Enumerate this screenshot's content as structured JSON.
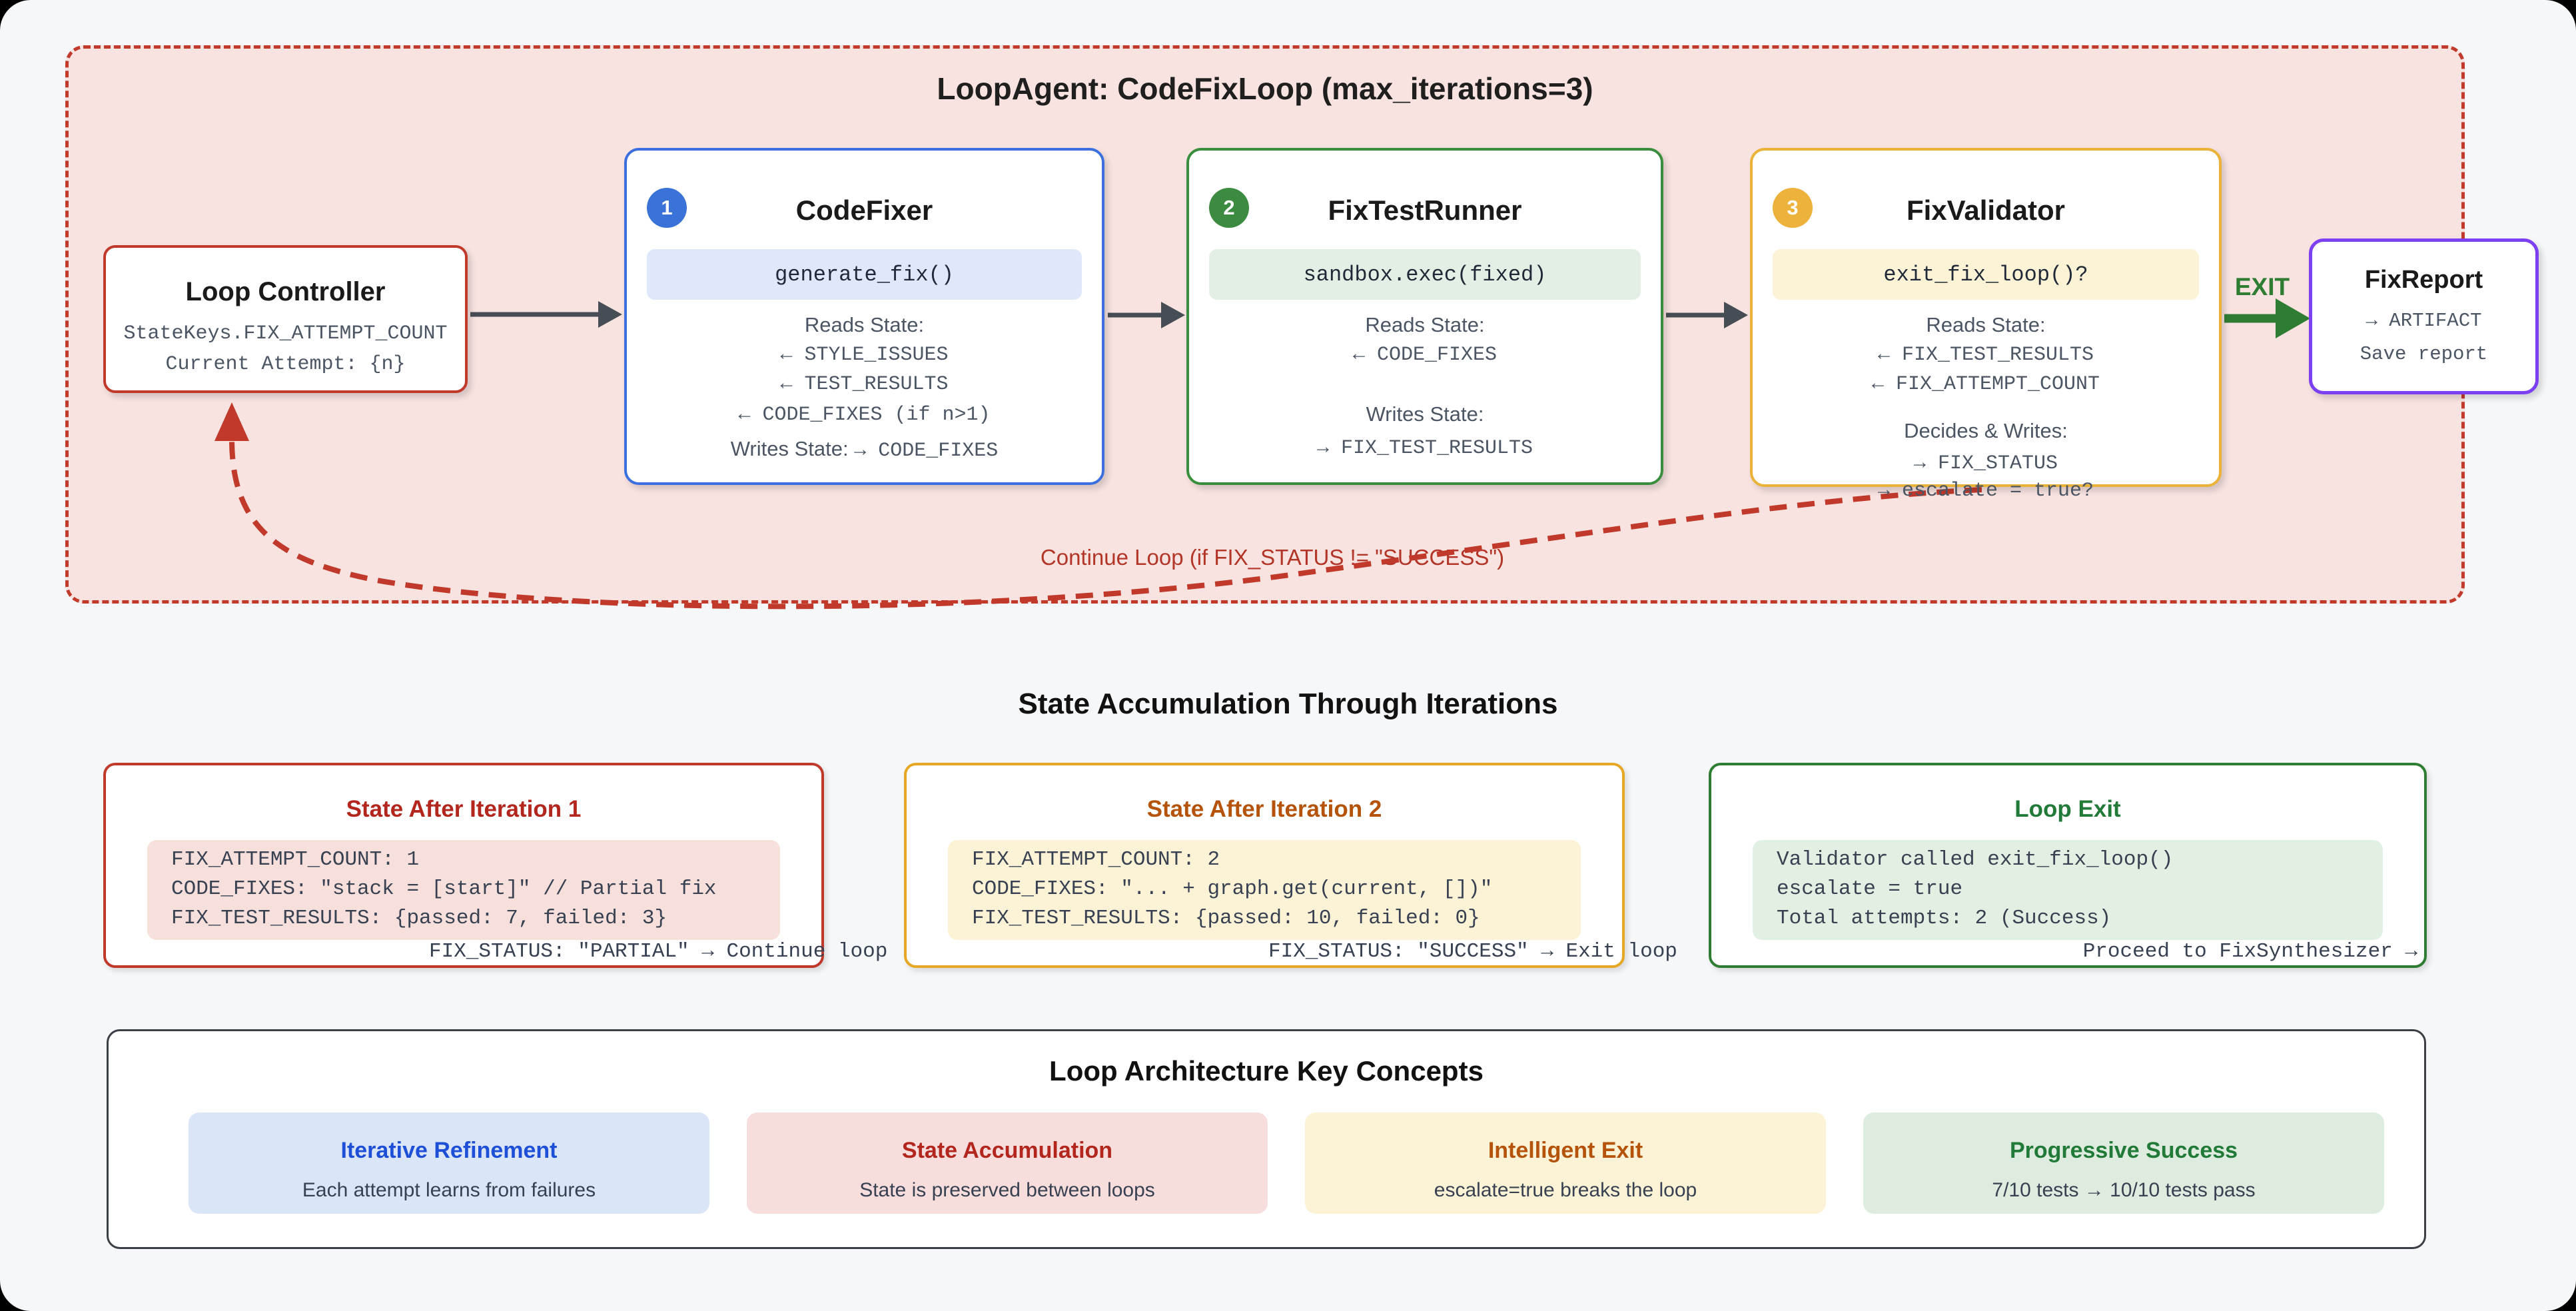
{
  "colors": {
    "page_bg": "#f5f7f9",
    "loop_container_bg": "#f8e3e0",
    "loop_container_border": "#c13a2b",
    "red_accent": "#c0392b",
    "blue_accent": "#3b6fe0",
    "green_accent": "#388e3c",
    "amber_accent": "#eab236",
    "purple_accent": "#7c3ff2",
    "exit_green": "#2e7d32",
    "continue_red": "#b23527"
  },
  "loop_container": {
    "title": "LoopAgent: CodeFixLoop (max_iterations=3)",
    "exit_label": "EXIT",
    "continue_label": "Continue Loop (if FIX_STATUS != \"SUCCESS\")",
    "nodes": {
      "loop_controller": {
        "title": "Loop Controller",
        "lines": [
          "StateKeys.FIX_ATTEMPT_COUNT",
          "Current Attempt: {n}"
        ]
      },
      "code_fixer": {
        "badge": "1",
        "title": "CodeFixer",
        "pill": "generate_fix()",
        "reads_label": "Reads State:",
        "reads": [
          "← STYLE_ISSUES",
          "← TEST_RESULTS",
          "← CODE_FIXES (if n>1)"
        ],
        "writes_label": "Writes State:",
        "writes_value": "→ CODE_FIXES"
      },
      "fix_test_runner": {
        "badge": "2",
        "title": "FixTestRunner",
        "pill": "sandbox.exec(fixed)",
        "reads_label": "Reads State:",
        "reads": [
          "← CODE_FIXES"
        ],
        "writes_label": "Writes State:",
        "writes": [
          "→ FIX_TEST_RESULTS"
        ]
      },
      "fix_validator": {
        "badge": "3",
        "title": "FixValidator",
        "pill": "exit_fix_loop()?",
        "reads_label": "Reads State:",
        "reads": [
          "← FIX_TEST_RESULTS",
          "← FIX_ATTEMPT_COUNT"
        ],
        "writes_label": "Decides & Writes:",
        "writes": [
          "→ FIX_STATUS",
          "→ escalate = true?"
        ]
      },
      "fix_report": {
        "title": "FixReport",
        "lines": [
          "→ ARTIFACT",
          "Save report"
        ]
      }
    }
  },
  "state_section": {
    "title": "State Accumulation Through Iterations",
    "cards": [
      {
        "title": "State After Iteration 1",
        "lines": [
          "FIX_ATTEMPT_COUNT: 1",
          "CODE_FIXES: \"stack = [start]\" // Partial fix",
          "FIX_TEST_RESULTS: {passed: 7, failed: 3}"
        ],
        "footer": "FIX_STATUS: \"PARTIAL\" → Continue loop"
      },
      {
        "title": "State After Iteration 2",
        "lines": [
          "FIX_ATTEMPT_COUNT: 2",
          "CODE_FIXES: \"... + graph.get(current, [])\"",
          "FIX_TEST_RESULTS: {passed: 10, failed: 0}"
        ],
        "footer": "FIX_STATUS: \"SUCCESS\" → Exit loop"
      },
      {
        "title": "Loop Exit",
        "lines": [
          "Validator called exit_fix_loop()",
          "escalate = true",
          "Total attempts: 2 (Success)"
        ],
        "footer": "Proceed to FixSynthesizer →"
      }
    ]
  },
  "concepts_section": {
    "title": "Loop Architecture Key Concepts",
    "cards": [
      {
        "title": "Iterative Refinement",
        "subtitle": "Each attempt learns from failures",
        "bg": "#dbe5f8",
        "accent": "#1d4fd7"
      },
      {
        "title": "State Accumulation",
        "subtitle": "State is preserved between loops",
        "bg": "#f7dedd",
        "accent": "#b3261e"
      },
      {
        "title": "Intelligent Exit",
        "subtitle": "escalate=true breaks the loop",
        "bg": "#fcf3d7",
        "accent": "#b45309"
      },
      {
        "title": "Progressive Success",
        "subtitle": "7/10 tests → 10/10 tests pass",
        "bg": "#ddecdf",
        "accent": "#217a38"
      }
    ]
  }
}
